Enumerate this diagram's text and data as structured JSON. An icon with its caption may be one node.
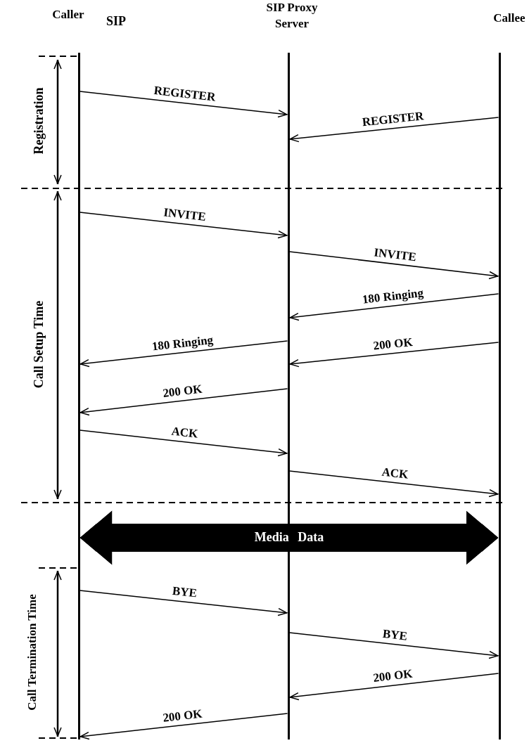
{
  "diagram": {
    "nodes": [
      {
        "text": [
          "Caller"
        ]
      },
      {
        "text": [
          "SIP Proxy Server"
        ]
      },
      {
        "text": [
          "Callee"
        ]
      }
    ],
    "edges": [
      {
        "from": 0,
        "to": 1,
        "arrow": "to",
        "label": "REGISTER"
      },
      {
        "from": 2,
        "to": 1,
        "arrow": "to",
        "label": "REGISTER"
      },
      {
        "from": 0,
        "to": 1,
        "arrow": "to",
        "label": "INVITE"
      },
      {
        "from": 1,
        "to": 2,
        "arrow": "to",
        "label": "INVITE"
      },
      {
        "from": 2,
        "to": 1,
        "arrow": "to",
        "label": "180 Ringing"
      },
      {
        "from": 1,
        "to": 0,
        "arrow": "to",
        "label": "180 Ringing"
      },
      {
        "from": 2,
        "to": 1,
        "arrow": "to",
        "label": "200 OK"
      },
      {
        "from": 1,
        "to": 0,
        "arrow": "to",
        "label": "200 OK"
      },
      {
        "from": 0,
        "to": 1,
        "arrow": "to",
        "label": "ACK"
      },
      {
        "from": 1,
        "to": 2,
        "arrow": "to",
        "label": "ACK"
      },
      {
        "from": 0,
        "to": 2,
        "arrow": "both",
        "label": "Media Data",
        "style": "thick"
      },
      {
        "from": 0,
        "to": 1,
        "arrow": "to",
        "label": "BYE"
      },
      {
        "from": 1,
        "to": 2,
        "arrow": "to",
        "label": "BYE"
      },
      {
        "from": 2,
        "to": 1,
        "arrow": "to",
        "label": "200 OK"
      },
      {
        "from": 1,
        "to": 0,
        "arrow": "to",
        "label": "200 OK"
      }
    ],
    "labels": [
      "SIP",
      "Registration",
      "Call Setup Time",
      "Call Termination Time"
    ]
  }
}
